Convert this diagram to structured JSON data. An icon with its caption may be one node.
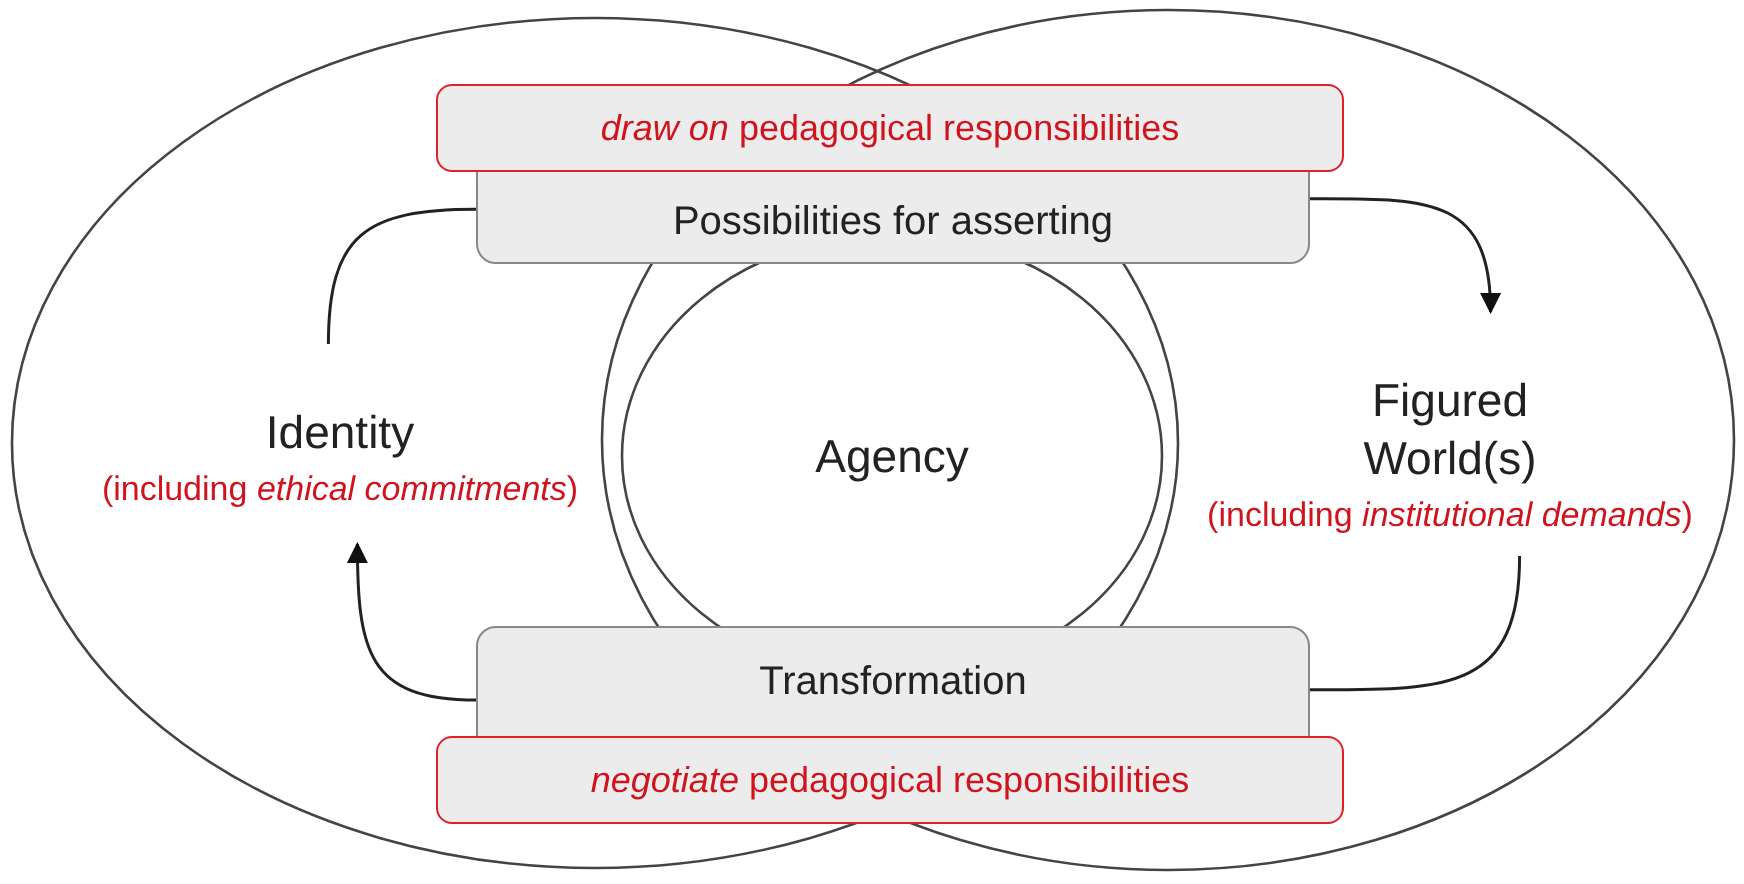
{
  "diagram": {
    "nodes": [
      {
        "text": [],
        "shape": "circle"
      },
      {
        "text": [],
        "shape": "circle"
      },
      {
        "text": [
          "*draw on* pedagogical responsibilities"
        ]
      },
      {
        "text": [
          "Possibilities for asserting"
        ]
      },
      {
        "text": [
          "Identity",
          "(including *ethical commitments*)"
        ],
        "in": 0
      },
      {
        "text": [
          "Agency"
        ]
      },
      {
        "text": [
          "Figured World(s)",
          "(including *institutional demands*)"
        ],
        "in": 1
      },
      {
        "text": [
          "Transformation"
        ]
      },
      {
        "text": [
          "*negotiate* pedagogical responsibilities"
        ]
      }
    ],
    "edges": [
      {
        "from": 4,
        "to": 3,
        "arrow": "none"
      },
      {
        "from": 3,
        "to": 6,
        "arrow": "to"
      },
      {
        "from": 6,
        "to": 7,
        "arrow": "none"
      },
      {
        "from": 7,
        "to": 4,
        "arrow": "to"
      }
    ]
  }
}
